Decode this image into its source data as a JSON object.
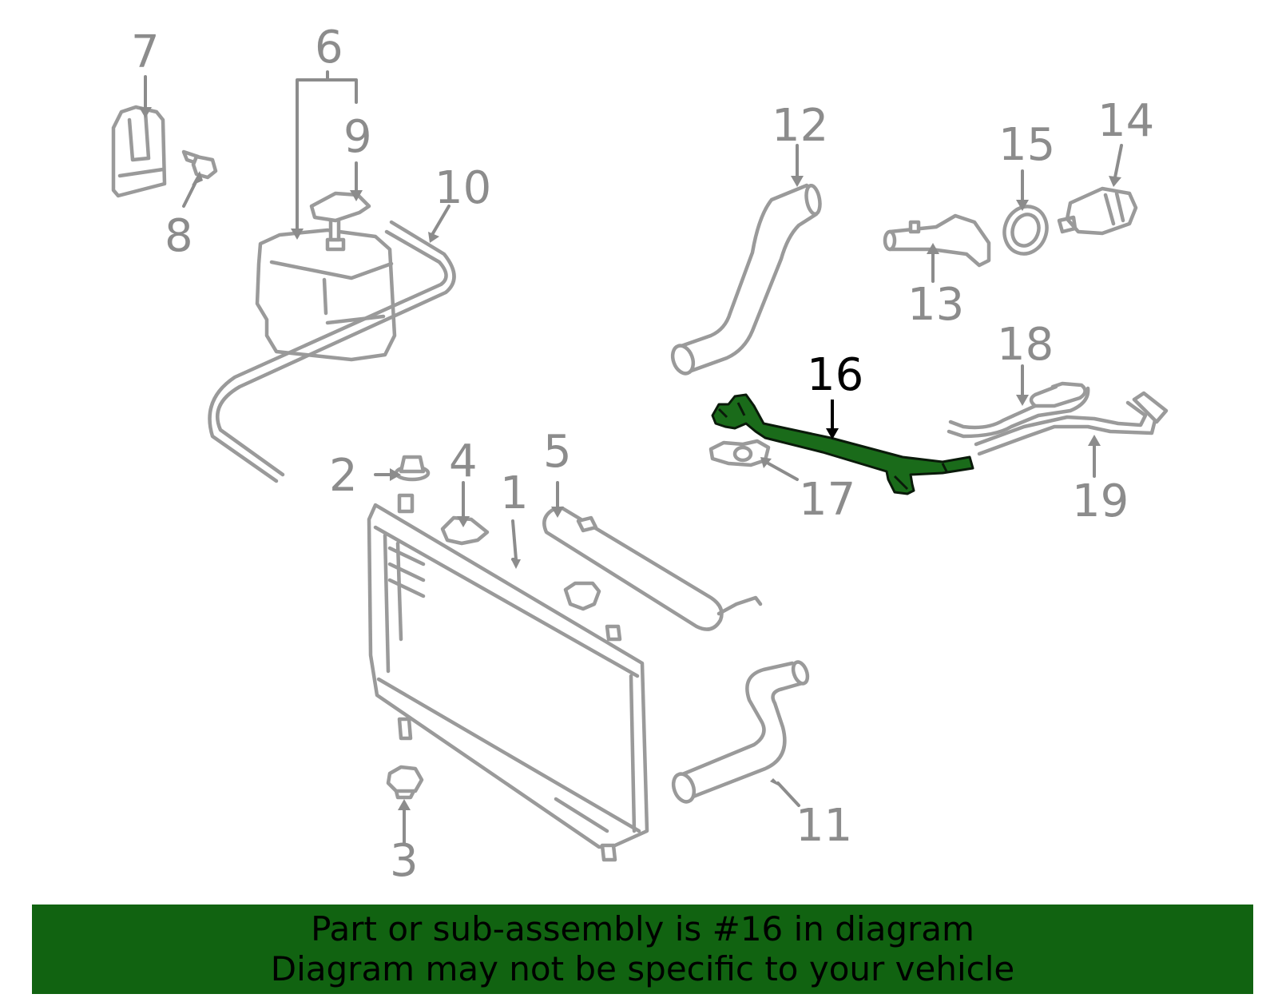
{
  "diagram": {
    "highlight_color": "#1a6b1a",
    "callouts": {
      "c1": "1",
      "c2": "2",
      "c3": "3",
      "c4": "4",
      "c5": "5",
      "c6": "6",
      "c7": "7",
      "c8": "8",
      "c9": "9",
      "c10": "10",
      "c11": "11",
      "c12": "12",
      "c13": "13",
      "c14": "14",
      "c15": "15",
      "c16": "16",
      "c17": "17",
      "c18": "18",
      "c19": "19"
    }
  },
  "banner": {
    "background": "#116311",
    "line1": "Part or sub-assembly is #16 in diagram",
    "line2": "Diagram may not be specific to your vehicle"
  }
}
